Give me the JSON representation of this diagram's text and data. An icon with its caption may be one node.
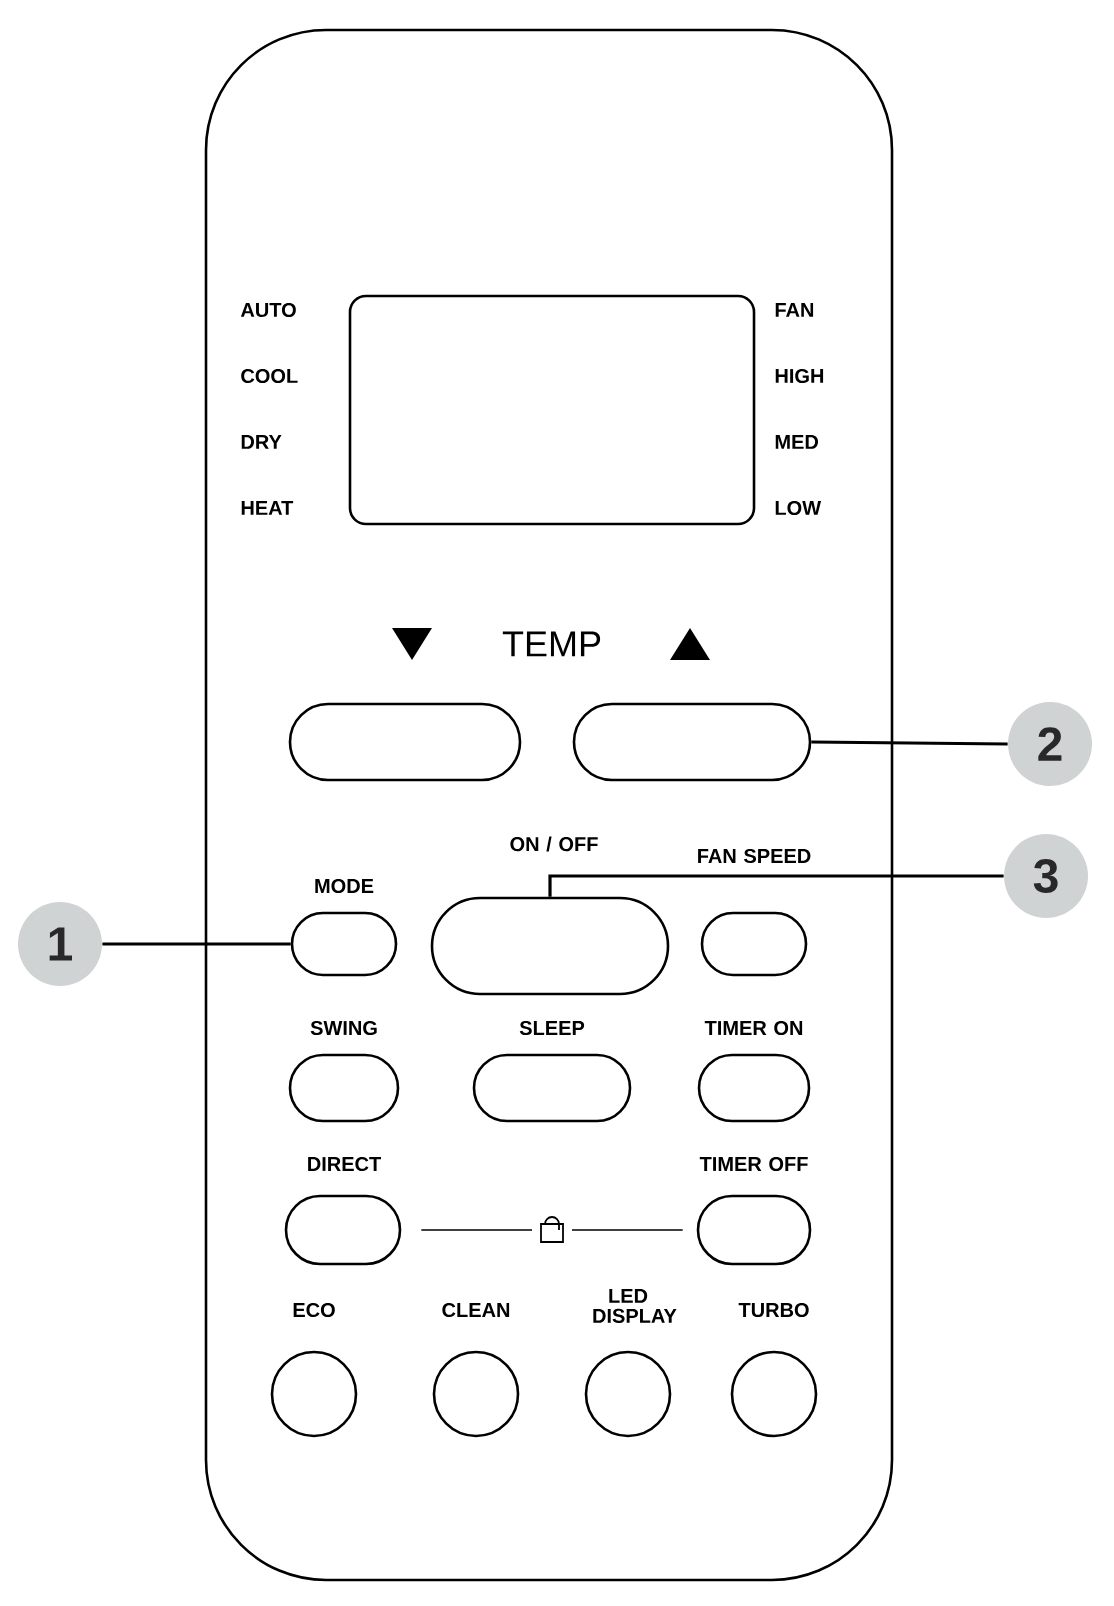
{
  "diagram": {
    "nodes": [
      {
        "text": [],
        "shape": "box"
      },
      {
        "text": [],
        "shape": "box",
        "in": 0
      },
      {
        "text": [],
        "shape": "box",
        "in": 0
      },
      {
        "text": [],
        "shape": "box",
        "in": 0
      },
      {
        "text": [
          "MODE"
        ],
        "in": 0
      },
      {
        "text": [
          "ON / OFF"
        ],
        "in": 0
      },
      {
        "text": [
          "FAN SPEED"
        ],
        "in": 0
      },
      {
        "text": [
          "SWING"
        ],
        "in": 0
      },
      {
        "text": [
          "SLEEP"
        ],
        "in": 0
      },
      {
        "text": [
          "TIMER ON"
        ],
        "in": 0
      },
      {
        "text": [
          "DIRECT"
        ],
        "in": 0
      },
      {
        "text": [
          "TIMER OFF"
        ],
        "in": 0
      },
      {
        "text": [
          "ECO"
        ],
        "in": 0
      },
      {
        "text": [
          "CLEAN"
        ],
        "in": 0
      },
      {
        "text": [
          "LED DISPLAY"
        ],
        "in": 0
      },
      {
        "text": [
          "TURBO"
        ],
        "in": 0
      },
      {
        "text": [
          "1"
        ]
      },
      {
        "text": [
          "2"
        ]
      },
      {
        "text": [
          "3"
        ]
      }
    ],
    "edges": [
      {
        "from": 16,
        "to": 4,
        "arrow": "none"
      },
      {
        "from": 17,
        "to": 3,
        "arrow": "none"
      },
      {
        "from": 18,
        "to": 5,
        "arrow": "none"
      },
      {
        "from": 10,
        "to": 11,
        "arrow": "none"
      }
    ],
    "labels": [
      "AUTO",
      "FAN",
      "COOL",
      "HIGH",
      "DRY",
      "MED",
      "HEAT",
      "LOW",
      "TEMP"
    ]
  }
}
